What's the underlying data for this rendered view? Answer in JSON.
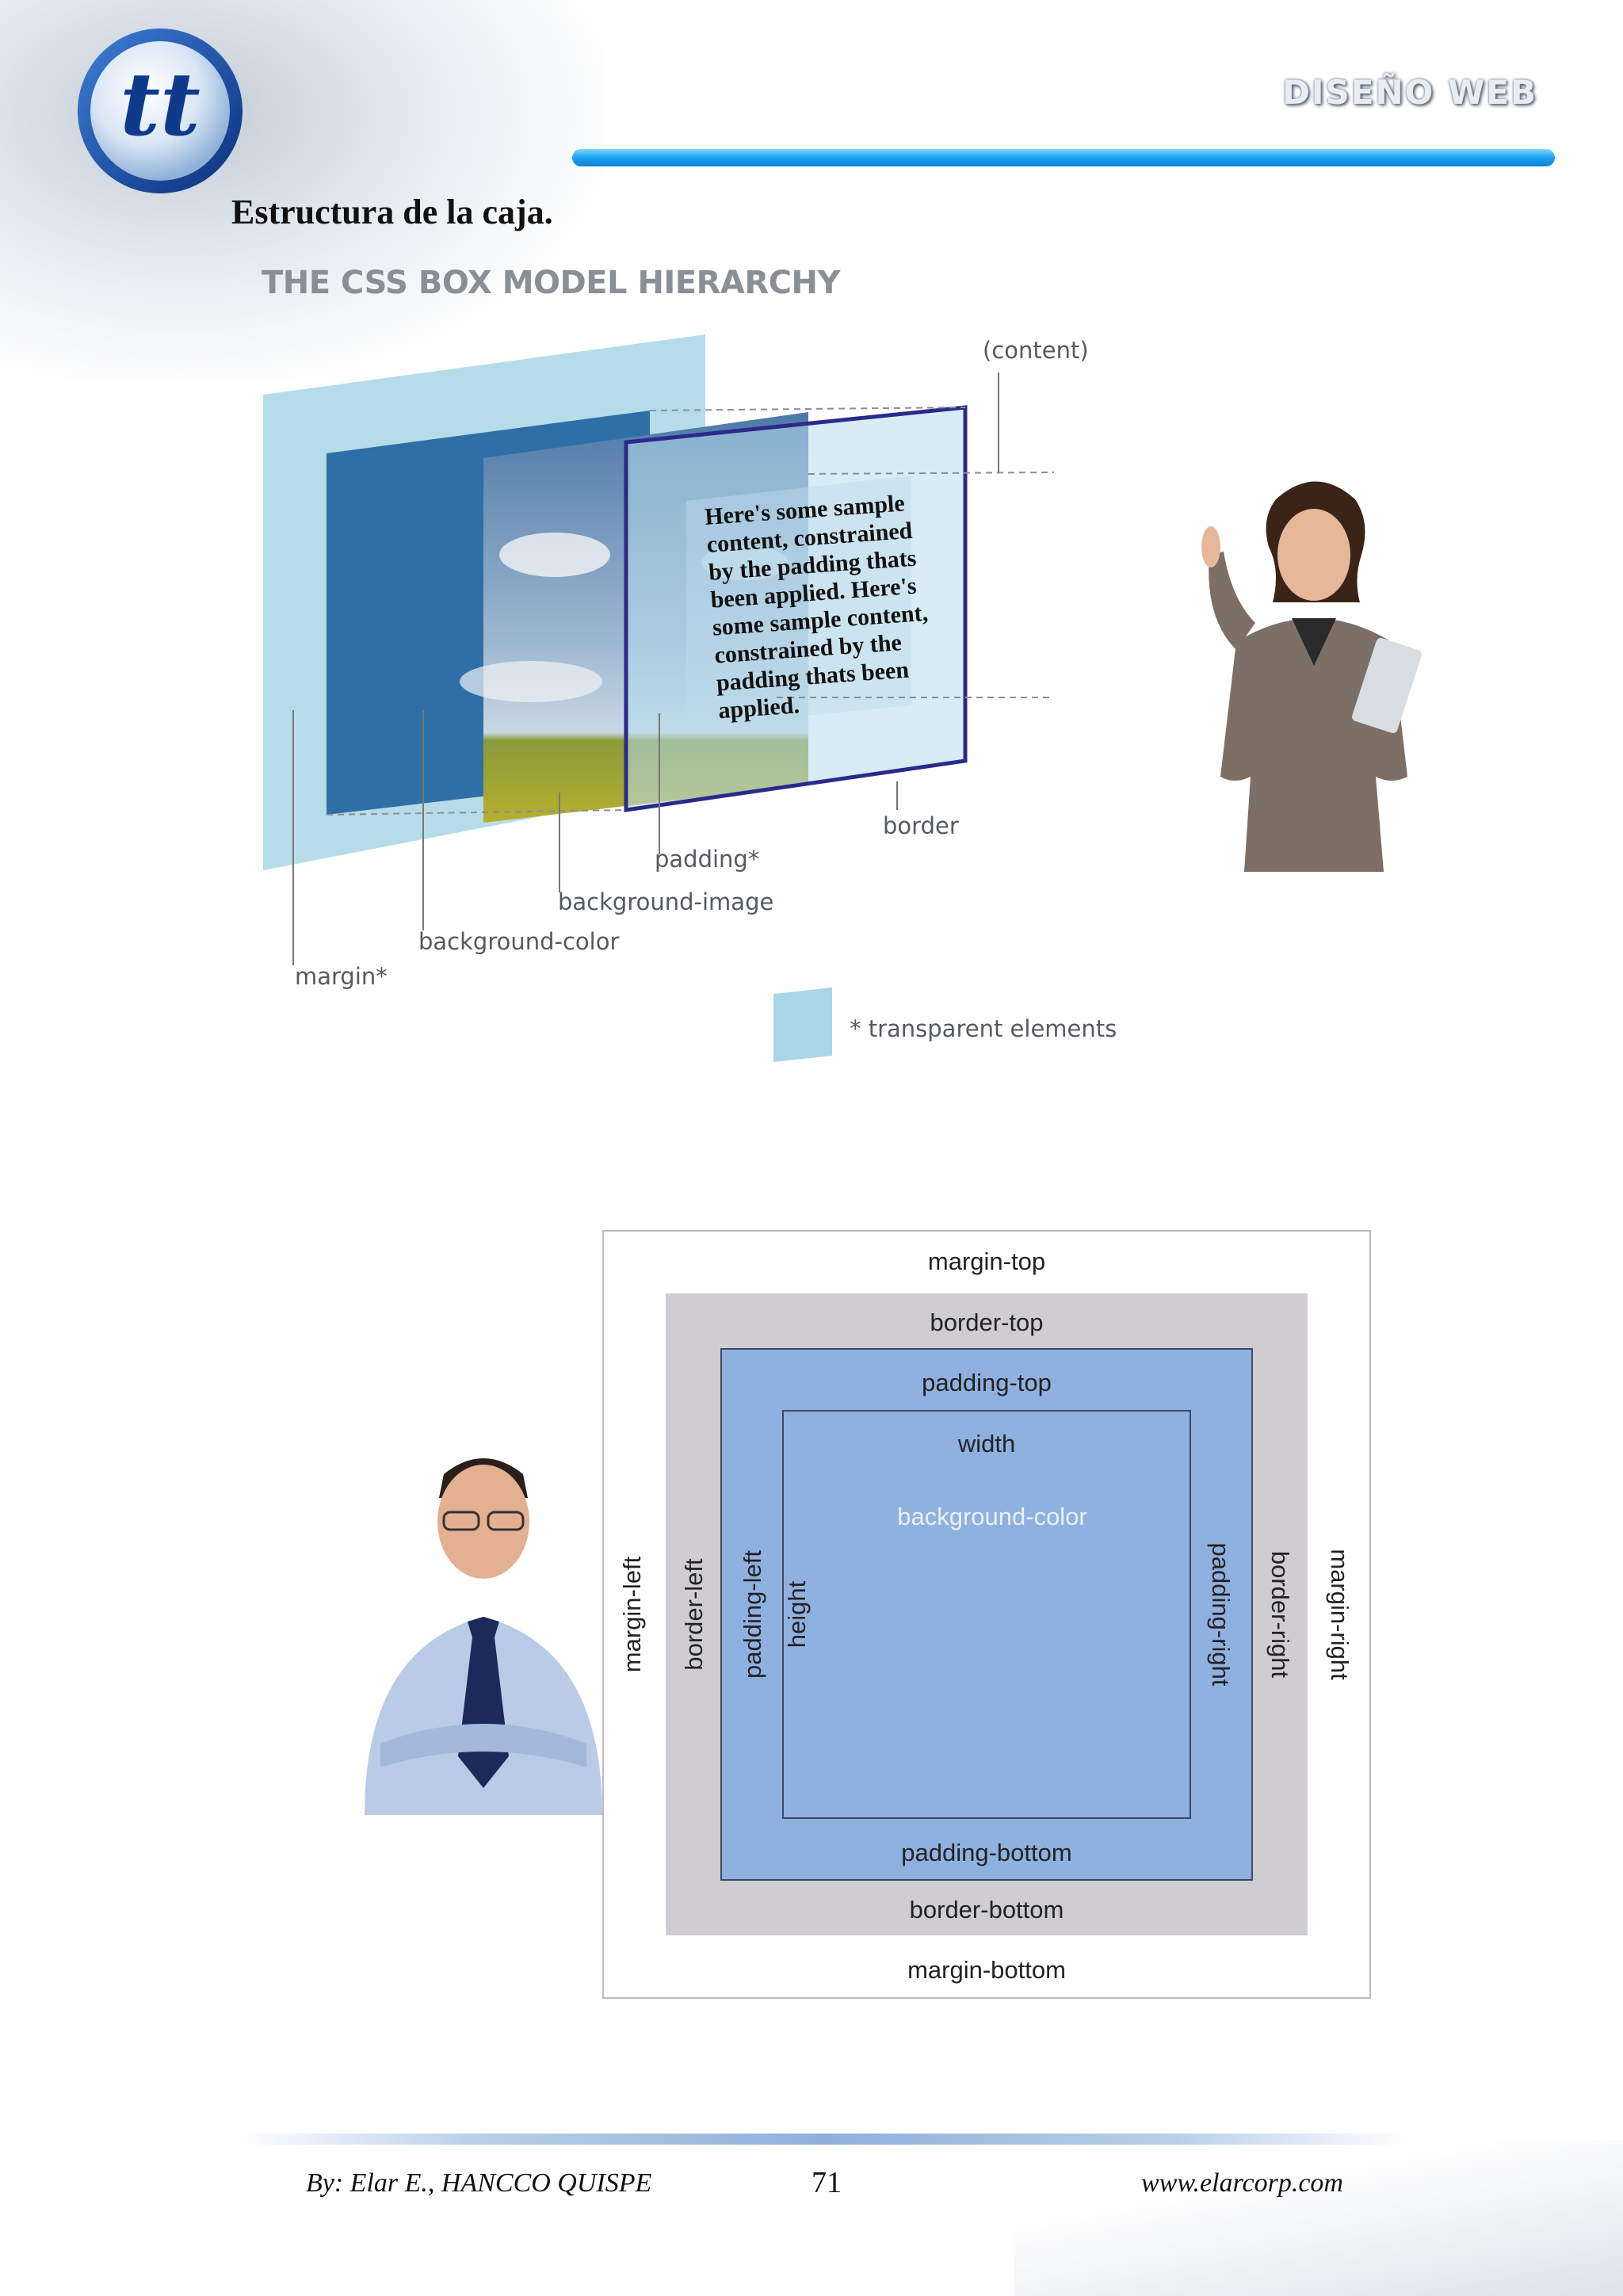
{
  "header": {
    "section_title": "DISEÑO WEB",
    "logo_text": "tt",
    "colors": {
      "accent_bar": "#1aa3f0",
      "logo_ring": "#1d4fa8"
    }
  },
  "document": {
    "heading": "Estructura de la caja."
  },
  "hierarchy_diagram": {
    "title": "THE CSS BOX MODEL HIERARCHY",
    "sample_text_lines": [
      "Here's some sample",
      "content, constrained",
      "by the padding thats",
      "been applied. Here's",
      "some sample content,",
      "constrained by the",
      "padding thats been",
      "applied."
    ],
    "labels": {
      "content": "(content)",
      "border": "border",
      "padding": "padding*",
      "background_image": "background-image",
      "background_color": "background-color",
      "margin": "margin*",
      "legend": "* transparent elements"
    },
    "colors": {
      "margin": "#a9d6e6",
      "background": "#2f6fa6",
      "border": "#2a2a8a"
    }
  },
  "box_model_diagram": {
    "margin_top": "margin-top",
    "border_top": "border-top",
    "padding_top": "padding-top",
    "width": "width",
    "background_color": "background-color",
    "height": "height",
    "margin_left": "margin-left",
    "border_left": "border-left",
    "padding_left": "padding-left",
    "padding_right": "padding-right",
    "border_right": "border-right",
    "margin_right": "margin-right",
    "padding_bottom": "padding-bottom",
    "border_bottom": "border-bottom",
    "margin_bottom": "margin-bottom",
    "colors": {
      "border": "#cfcdd2",
      "padding": "#8fb1e0",
      "margin": "#ffffff"
    }
  },
  "footer": {
    "author": "By: Elar E., HANCCO QUISPE",
    "page_number": "71",
    "url": "www.elarcorp.com"
  }
}
